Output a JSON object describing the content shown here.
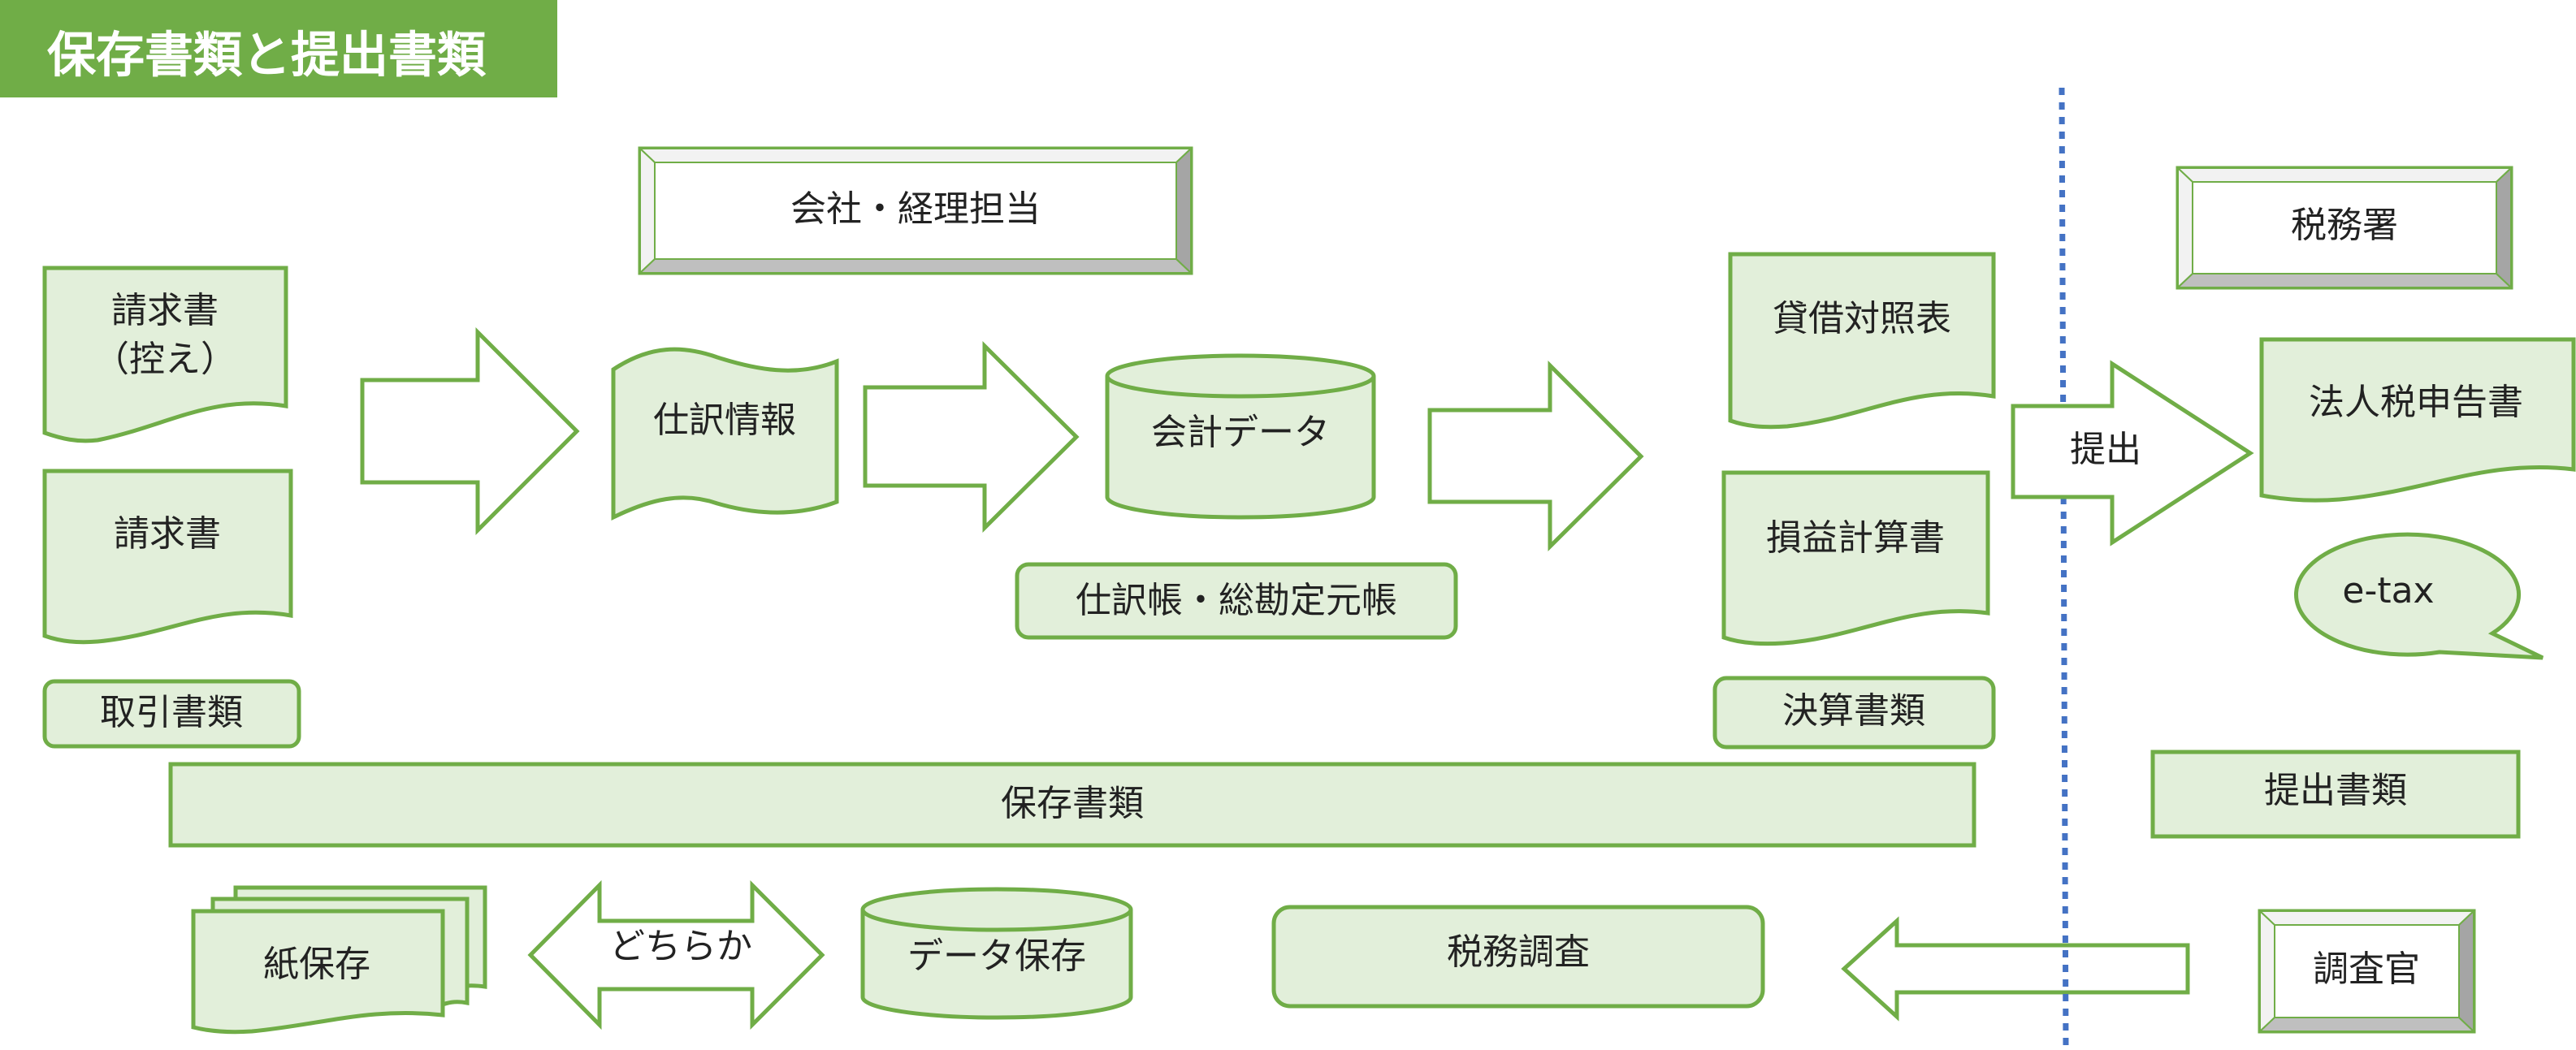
{
  "title": "保存書類と提出書類",
  "colors": {
    "accent": "#70ad47",
    "fill": "#e2efda",
    "divider": "#4472c4",
    "bevel_dark": "#a5a5a5",
    "bevel_light": "#f2f2f2"
  },
  "company": {
    "label": "会社・経理担当"
  },
  "invoice_copy": {
    "line1": "請求書",
    "line2": "（控え）"
  },
  "invoice": {
    "label": "請求書"
  },
  "transaction_docs": {
    "label": "取引書類"
  },
  "journal_info": {
    "label": "仕訳情報"
  },
  "accounting_data": {
    "label": "会計データ"
  },
  "ledgers": {
    "label": "仕訳帳・総勘定元帳"
  },
  "balance_sheet": {
    "label": "貸借対照表"
  },
  "income_statement": {
    "label": "損益計算書"
  },
  "financial_docs": {
    "label": "決算書類"
  },
  "stored_docs": {
    "label": "保存書類"
  },
  "paper_storage": {
    "label": "紙保存"
  },
  "either": {
    "label": "どちらか"
  },
  "data_storage": {
    "label": "データ保存"
  },
  "tax_audit": {
    "label": "税務調査"
  },
  "submit": {
    "label": "提出"
  },
  "tax_office": {
    "label": "税務署"
  },
  "corporate_tax_return": {
    "label": "法人税申告書"
  },
  "etax": {
    "label": "e-tax"
  },
  "submitted_docs": {
    "label": "提出書類"
  },
  "inspector": {
    "label": "調査官"
  }
}
